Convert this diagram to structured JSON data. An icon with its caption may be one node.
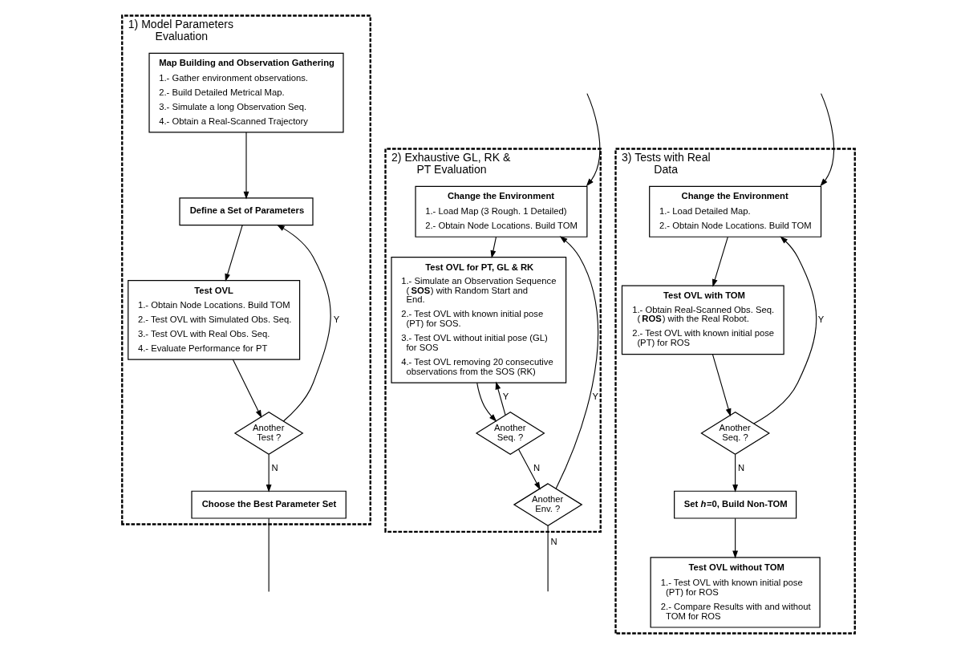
{
  "diagram": {
    "nodes": [
      {
        "text": [
          "1) Model Parameters Evaluation"
        ]
      },
      {
        "text": [
          "Map Building and Observation Gathering",
          "1.- Gather environment observations.",
          "2.- Build Detailed Metrical Map.",
          "3.- Simulate a long Observation Seq.",
          "4.- Obtain a Real-Scanned Trajectory"
        ],
        "in": 0
      },
      {
        "text": [
          "Define a Set of Parameters"
        ],
        "in": 0
      },
      {
        "text": [
          "Test OVL",
          "1.- Obtain Node Locations. Build TOM",
          "2.- Test OVL with Simulated Obs. Seq.",
          "3.- Test OVL with Real Obs. Seq.",
          "4.- Evaluate Performance for PT"
        ],
        "in": 0
      },
      {
        "text": [
          "Another Test ?"
        ],
        "in": 0
      },
      {
        "text": [
          "Choose the Best Parameter Set"
        ],
        "in": 0
      },
      {
        "text": [
          "2) Exhaustive GL, RK & PT Evaluation"
        ]
      },
      {
        "text": [
          "Change the Environment",
          "1.- Load Map (3 Rough. 1 Detailed)",
          "2.- Obtain Node Locations. Build TOM"
        ],
        "in": 6
      },
      {
        "text": [
          "Test OVL for PT, GL & RK",
          "1.- Simulate an Observation Sequence (**SOS**) with Random Start and End.",
          "2.- Test OVL with known initial pose (PT) for SOS.",
          "3.- Test OVL without initial pose (GL) for SOS",
          "4.- Test OVL removing 20 consecutive observations from the SOS (RK)"
        ],
        "in": 6
      },
      {
        "text": [
          "Another Seq. ?"
        ],
        "in": 6
      },
      {
        "text": [
          "Another Env. ?"
        ],
        "in": 6
      },
      {
        "text": [
          "3) Tests with Real Data"
        ]
      },
      {
        "text": [
          "Change the Environment",
          "1.- Load Detailed Map.",
          "2.- Obtain Node Locations. Build TOM"
        ],
        "in": 11
      },
      {
        "text": [
          "Test OVL with TOM",
          "1.- Obtain Real-Scanned Obs. Seq. (**ROS**) with the Real Robot.",
          "2.- Test OVL with known initial pose (PT) for ROS"
        ],
        "in": 11
      },
      {
        "text": [
          "Another Seq. ?"
        ],
        "in": 11
      },
      {
        "text": [
          "Set *h*=0, Build Non-TOM"
        ],
        "in": 11
      },
      {
        "text": [
          "Test OVL without TOM",
          "1.- Test OVL with known initial pose (PT) for ROS",
          "2.- Compare Results with and without TOM for ROS"
        ],
        "in": 11
      }
    ],
    "edges": [
      {
        "from": 1,
        "to": 2,
        "arrow": "to"
      },
      {
        "from": 2,
        "to": 3,
        "arrow": "to"
      },
      {
        "from": 3,
        "to": 4,
        "arrow": "to"
      },
      {
        "from": 4,
        "to": 2,
        "arrow": "to",
        "label": "Y"
      },
      {
        "from": 4,
        "to": 5,
        "arrow": "to",
        "label": "N"
      },
      {
        "from": 5,
        "to": null,
        "arrow": "none"
      },
      {
        "from": null,
        "to": 7,
        "arrow": "to"
      },
      {
        "from": 7,
        "to": 8,
        "arrow": "to"
      },
      {
        "from": 8,
        "to": 9,
        "arrow": "to"
      },
      {
        "from": 9,
        "to": 8,
        "arrow": "to",
        "label": "Y"
      },
      {
        "from": 9,
        "to": 10,
        "arrow": "to",
        "label": "N"
      },
      {
        "from": 10,
        "to": 7,
        "arrow": "to",
        "label": "Y"
      },
      {
        "from": 10,
        "to": null,
        "arrow": "none",
        "label": "N"
      },
      {
        "from": null,
        "to": 12,
        "arrow": "to"
      },
      {
        "from": 12,
        "to": 13,
        "arrow": "to"
      },
      {
        "from": 13,
        "to": 14,
        "arrow": "to"
      },
      {
        "from": 14,
        "to": 12,
        "arrow": "to",
        "label": "Y"
      },
      {
        "from": 14,
        "to": 15,
        "arrow": "to",
        "label": "N"
      },
      {
        "from": 15,
        "to": 16,
        "arrow": "to"
      }
    ]
  }
}
